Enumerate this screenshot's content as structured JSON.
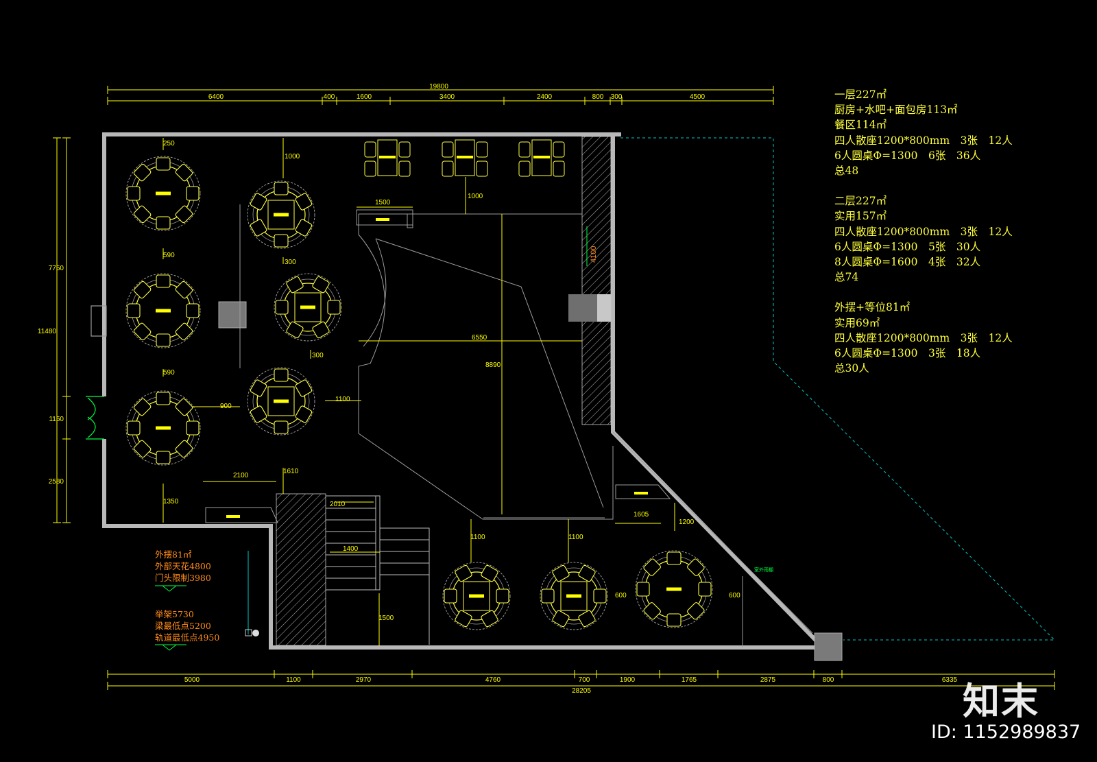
{
  "dimensions": {
    "top_total": "19800",
    "top": [
      "6400",
      "400",
      "1600",
      "3400",
      "2400",
      "800",
      "300",
      "4500"
    ],
    "bottom_total": "28205",
    "bottom": [
      "5000",
      "1100",
      "2970",
      "4760",
      "700",
      "1900",
      "1765",
      "2875",
      "800",
      "6335"
    ],
    "left_total": "11480",
    "left": [
      "7750",
      "1150",
      "2580"
    ],
    "interior": {
      "d250": "250",
      "d1000a": "1000",
      "d1000b": "1000",
      "d1500": "1500",
      "d590a": "590",
      "d590b": "590",
      "d300a": "300",
      "d300b": "300",
      "d900": "900",
      "d1100a": "1100",
      "d6550": "6550",
      "d8890": "8890",
      "d4100": "4100",
      "d2100": "2100",
      "d1610": "1610",
      "d1350": "1350",
      "d2010": "2010",
      "d1400": "1400",
      "d1500b": "1500",
      "d1100b": "1100",
      "d1100c": "1100",
      "d1605": "1605",
      "d1200": "1200",
      "d600a": "600",
      "d600b": "600"
    }
  },
  "notes": {
    "floor1": [
      "一层227㎡",
      "厨房+水吧+面包房113㎡",
      "餐区114㎡",
      "四人散座1200*800mm　3张　12人",
      "6人圆桌Φ=1300　6张　36人",
      "总48"
    ],
    "floor2": [
      "二层227㎡",
      "实用157㎡",
      "四人散座1200*800mm　3张　12人",
      "6人圆桌Φ=1300　5张　30人",
      "8人圆桌Φ=1600　4张　32人",
      "总74"
    ],
    "outdoor": [
      "外摆+等位81㎡",
      "实用69㎡",
      "四人散座1200*800mm　3张　12人",
      "6人圆桌Φ=1300　3张　18人",
      "总30人"
    ]
  },
  "orange_notes": {
    "group1": [
      "外摆81㎡",
      "外部天花4800",
      "门头限制3980"
    ],
    "group2": [
      "举架5730",
      "梁最低点5200",
      "轨道最低点4950"
    ]
  },
  "small_green_label": "室外雨棚",
  "watermark": {
    "logo": "知末",
    "id": "ID: 1152989837"
  },
  "colors": {
    "background": "#000000",
    "wall": "#c0c0c0",
    "dimension": "#ffff00",
    "furniture": "#ffff44",
    "accent_orange": "#ff8a18",
    "accent_green": "#00ff44",
    "cyan_dash": "#00c8c8"
  }
}
